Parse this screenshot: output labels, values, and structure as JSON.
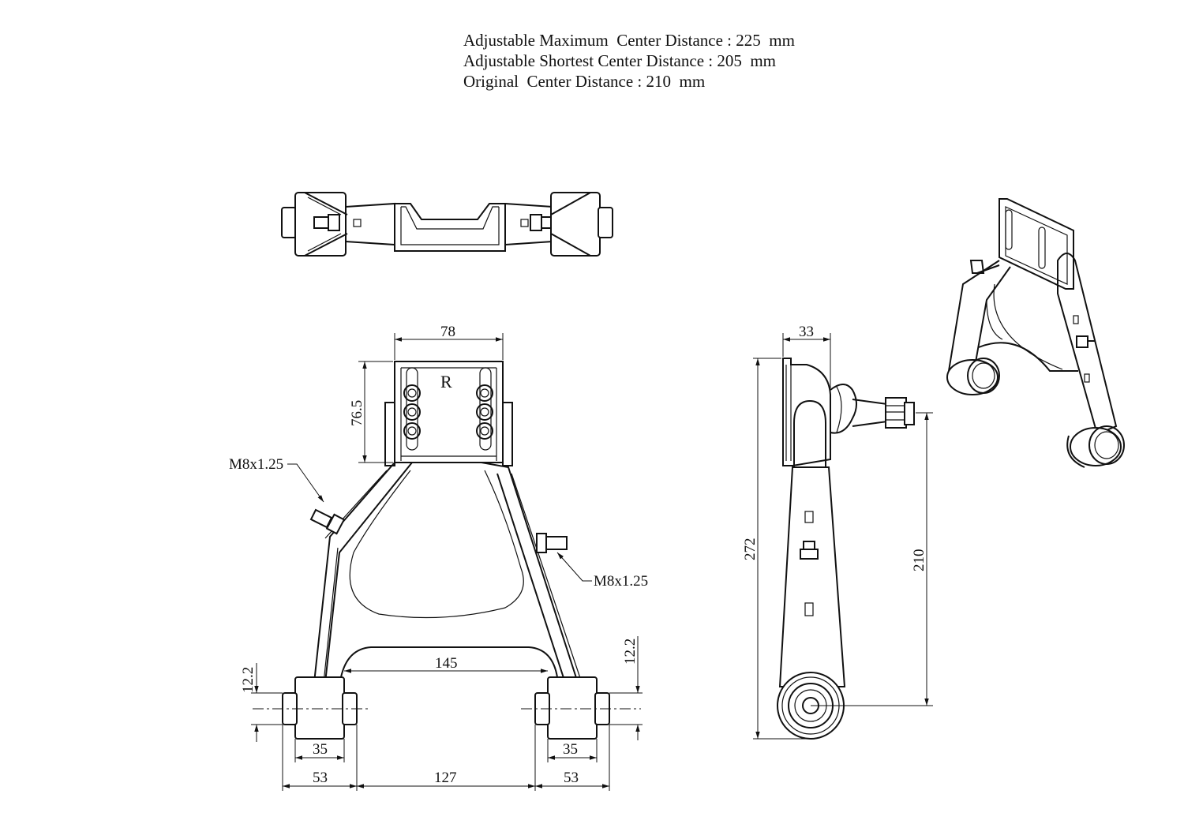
{
  "specs": {
    "max_center_distance": "Adjustable Maximum  Center Distance : 225  mm",
    "shortest_center_distance": "Adjustable Shortest Center Distance : 205  mm",
    "original_center_distance": "Original  Center Distance : 210  mm"
  },
  "front_view": {
    "side_mark": "R",
    "width_top": "78",
    "height_plate": "76.5",
    "thread_left": "M8x1.25",
    "thread_right": "M8x1.25",
    "inner_span": "145",
    "bushing_dia_left": "12.2",
    "bushing_dia_right": "12.2",
    "bushing_len_left": "35",
    "bushing_len_right": "35",
    "outer_left": "53",
    "center_span": "127",
    "outer_right": "53"
  },
  "side_view": {
    "plate_thickness": "33",
    "overall_height": "272",
    "center_distance": "210"
  }
}
